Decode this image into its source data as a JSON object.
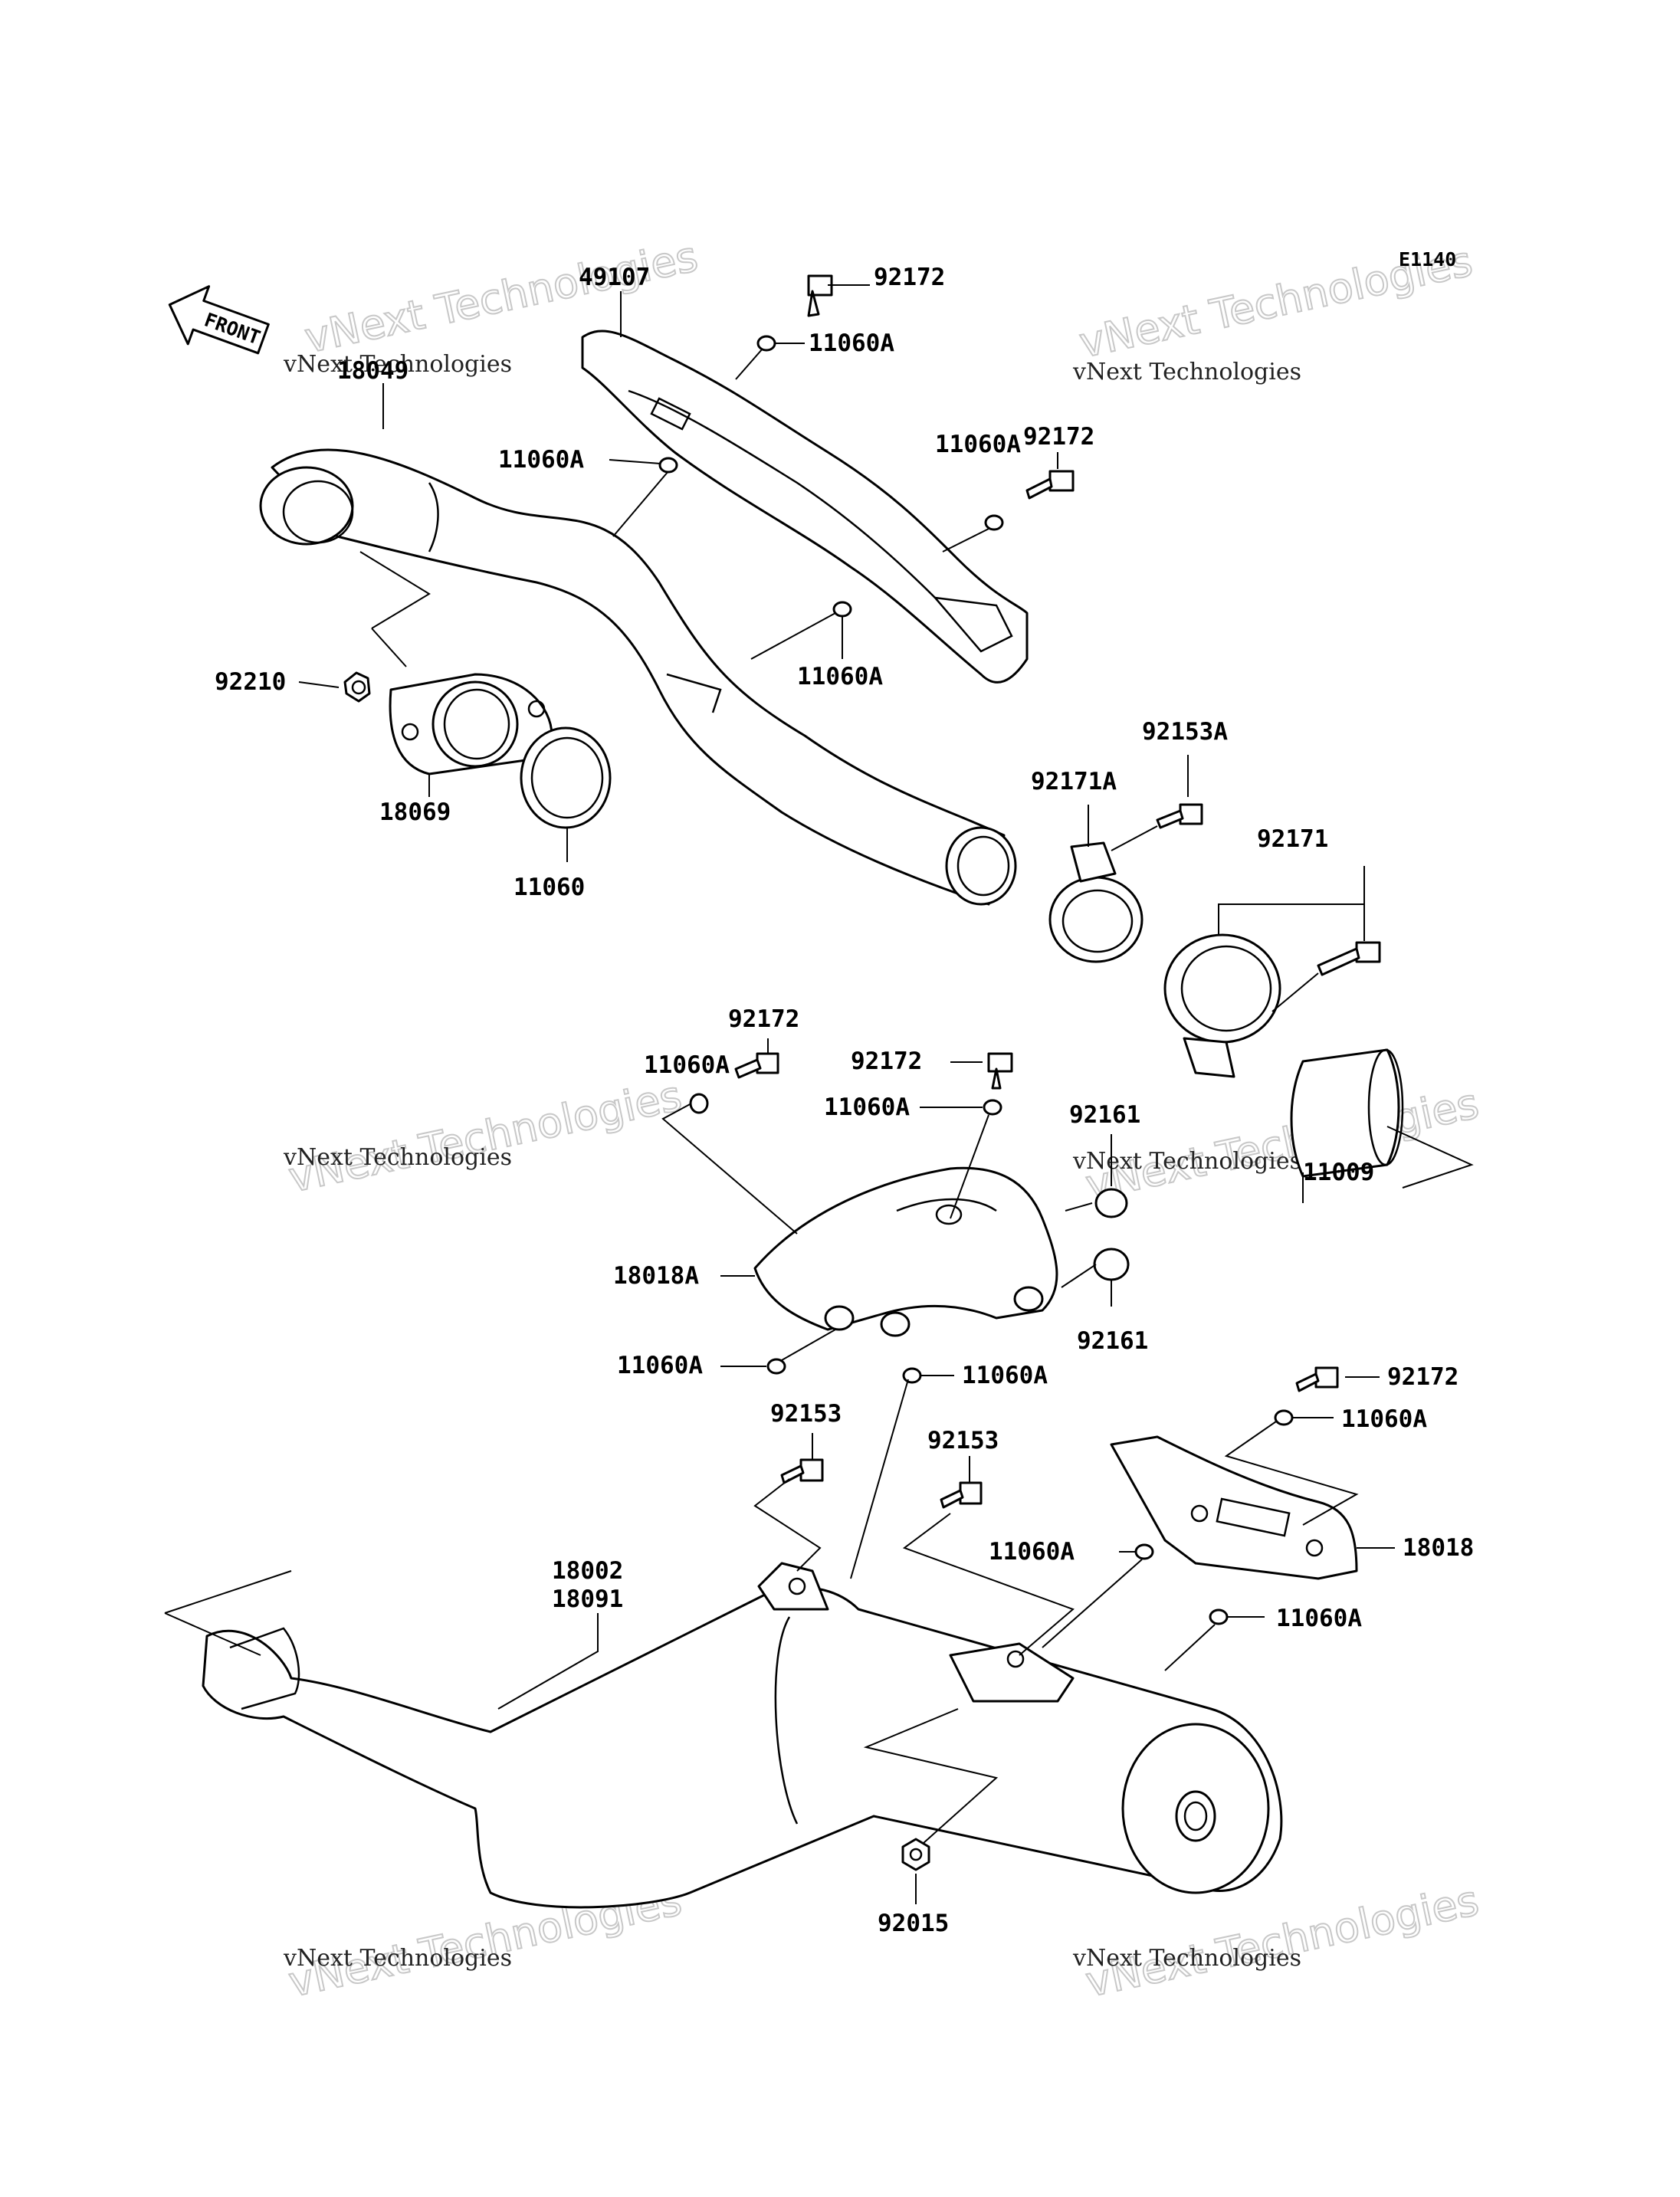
{
  "diagram_code": "E1140",
  "front_label": "FRONT",
  "watermark": {
    "line1": "vNext Technologies",
    "line2": "vNext\nTechnologies"
  },
  "labels": {
    "p49107": "49107",
    "p92172_a": "92172",
    "p11060A_a": "11060A",
    "p18049": "18049",
    "p11060A_b": "11060A",
    "p92172_b": "92172",
    "p11060A_c": "11060A",
    "p11060A_d": "11060A",
    "p92210": "92210",
    "p18069": "18069",
    "p11060": "11060",
    "p92153A": "92153A",
    "p92171A": "92171A",
    "p92171": "92171",
    "p11009": "11009",
    "p92172_c": "92172",
    "p11060A_e": "11060A",
    "p92172_d": "92172",
    "p11060A_f": "11060A",
    "p92161_a": "92161",
    "p18018A": "18018A",
    "p92161_b": "92161",
    "p11060A_g": "11060A",
    "p11060A_h": "11060A",
    "p92172_e": "92172",
    "p11060A_i": "11060A",
    "p92153_a": "92153",
    "p92153_b": "92153",
    "p18002": "18002",
    "p18091": "18091",
    "p11060A_j": "11060A",
    "p18018": "18018",
    "p11060A_k": "11060A",
    "p92015": "92015"
  }
}
